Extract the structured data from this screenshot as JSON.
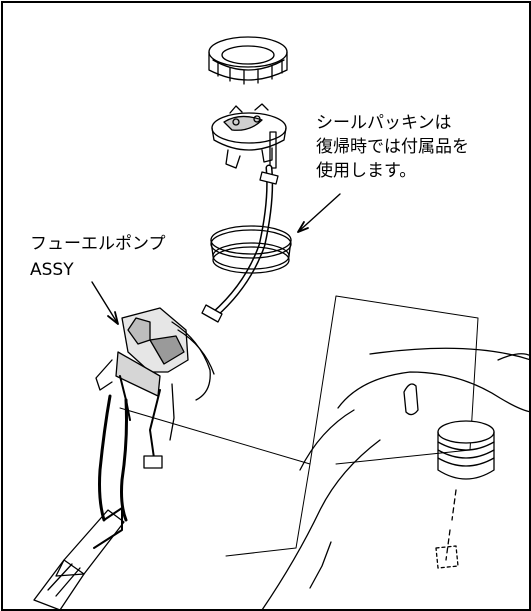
{
  "callouts": {
    "seal_packing": {
      "line1": "シールパッキンは",
      "line2": "復帰時では付属品を",
      "line3": "使用します。"
    },
    "fuel_pump": {
      "line1": "フューエルポンプ",
      "line2": "ASSY"
    }
  },
  "colors": {
    "line": "#000000",
    "background": "#ffffff",
    "shade": "#9a9a9a"
  }
}
